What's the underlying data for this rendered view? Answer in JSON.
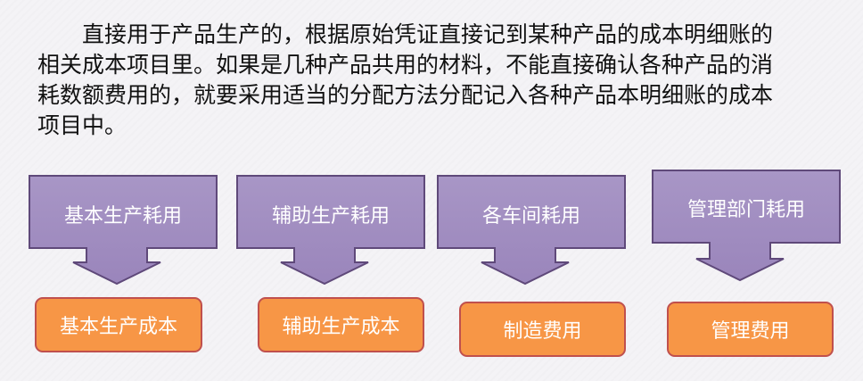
{
  "paragraph": {
    "line1": "直接用于产品生产的，根据原始凭证直接记到某种产品的成本",
    "line2": "明细账的相关成本项目里。如果是几种产品共用的材料，不能直",
    "line3": "接确认各种产品的消耗数额费用的，就要采用适当的分配方法分",
    "line4": "配记入各种产品本明细账的成本项目中。"
  },
  "flows": [
    {
      "source": "基本生产耗用",
      "target": "基本生产成本"
    },
    {
      "source": "辅助生产耗用",
      "target": "辅助生产成本"
    },
    {
      "source": "各车间耗用",
      "target": "制造费用"
    },
    {
      "source": "管理部门耗用",
      "target": "管理费用"
    }
  ],
  "colors": {
    "arrow_fill": "#8064a2",
    "arrow_fill_light": "#a28fc0",
    "arrow_stroke": "#5f497a",
    "box_fill": "#f79646",
    "box_stroke": "#c0504d"
  }
}
